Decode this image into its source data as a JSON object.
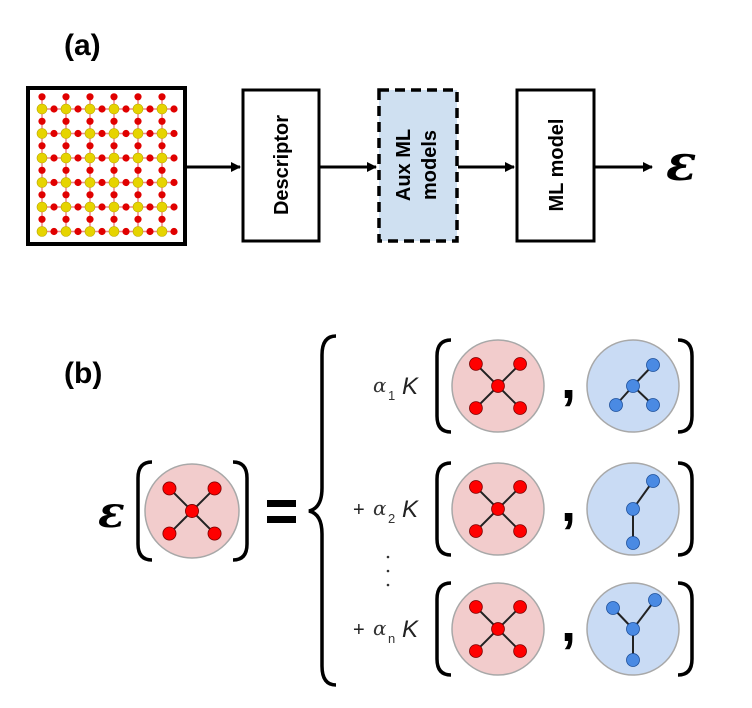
{
  "panel_a": {
    "label": "(a)",
    "structure": {
      "rows": 6,
      "cols": 6,
      "metal_color": "#e6d400",
      "oxygen_color": "#e00000"
    },
    "boxes": [
      {
        "id": "descriptor",
        "label": "Descriptor",
        "style": "solid",
        "fill": "#ffffff"
      },
      {
        "id": "aux",
        "label_line1": "Aux ML",
        "label_line2": "models",
        "style": "dashed",
        "fill": "#cfe0f1"
      },
      {
        "id": "ml-model",
        "label": "ML model",
        "style": "solid",
        "fill": "#ffffff"
      }
    ],
    "output_symbol": "ε"
  },
  "panel_b": {
    "label": "(b)",
    "lhs_symbol": "ε",
    "equals": "=",
    "kernel_symbol": "K",
    "comma": ",",
    "plus": "+",
    "alpha": "α",
    "vdots": "⋮",
    "terms": [
      {
        "subscript": "1",
        "leading_plus": false,
        "blue_graph": "y-branch-low"
      },
      {
        "subscript": "2",
        "leading_plus": true,
        "blue_graph": "chain"
      },
      {
        "subscript": "n",
        "leading_plus": true,
        "blue_graph": "y-branch-up"
      }
    ],
    "colors": {
      "red_node": "#ff0000",
      "red_bg": "#f2cccc",
      "blue_node": "#4a8ae3",
      "blue_bg": "#c9dbf4",
      "circle_border": "#a8a8a8"
    }
  }
}
